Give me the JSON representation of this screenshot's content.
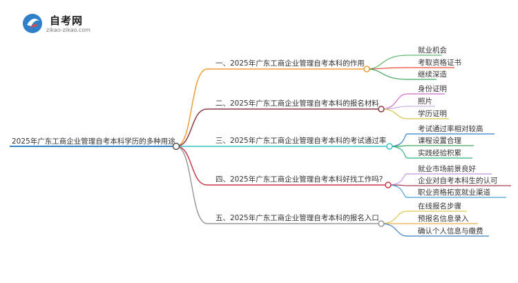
{
  "brand": {
    "name": "自考网",
    "url": "zikao-zikao.com",
    "colors": {
      "blue": "#2f7fc9",
      "red": "#e8483a"
    }
  },
  "root": {
    "label": "2025年广东工商企业管理自考本科学历的多种用途",
    "color": "#2f7fc9"
  },
  "branches": [
    {
      "label": "一、2025年广东工商企业管理自考本科的作用",
      "color": "#f39c34",
      "leaves": [
        {
          "label": "就业机会",
          "color": "#5fba72"
        },
        {
          "label": "考取资格证书",
          "color": "#e8483a"
        },
        {
          "label": "继续深造",
          "color": "#3da35b"
        }
      ]
    },
    {
      "label": "二、2025年广东工商企业管理自考本科的报名材料",
      "color": "#8a3a44",
      "leaves": [
        {
          "label": "身份证明",
          "color": "#d868c8"
        },
        {
          "label": "照片",
          "color": "#c9b4e4"
        },
        {
          "label": "学历证明",
          "color": "#d7c44a"
        }
      ]
    },
    {
      "label": "三、2025年广东工商企业管理自考本科的考试通过率",
      "color": "#35c3c5",
      "leaves": [
        {
          "label": "考试通过率相对较高",
          "color": "#2f7fc9"
        },
        {
          "label": "课程设置合理",
          "color": "#3da35b"
        },
        {
          "label": "实践经验积累",
          "color": "#2db37a"
        }
      ]
    },
    {
      "label": "四、2025年广东工商企业管理自考本科好找工作吗?",
      "color": "#c8384a",
      "leaves": [
        {
          "label": "就业市场前景良好",
          "color": "#c894e0"
        },
        {
          "label": "企业对自考本科生的认可",
          "color": "#a33a4e"
        },
        {
          "label": "职业资格拓宽就业渠道",
          "color": "#4aa0d8"
        }
      ]
    },
    {
      "label": "五、2025年广东工商企业管理自考本科的报名入口",
      "color": "#999999",
      "leaves": [
        {
          "label": "在线报名步骤",
          "color": "#e2c64a"
        },
        {
          "label": "预报名信息录入",
          "color": "#e6b24a"
        },
        {
          "label": "确认个人信息与缴费",
          "color": "#3a7fc2"
        }
      ]
    }
  ]
}
